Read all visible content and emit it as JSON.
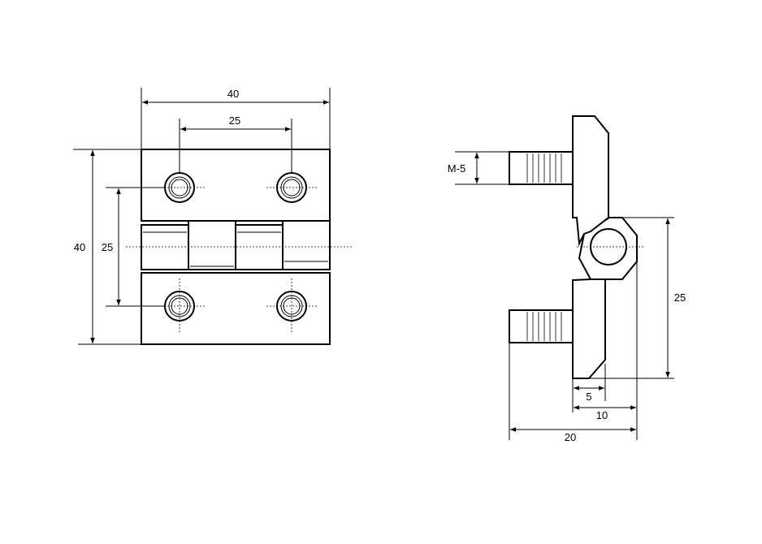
{
  "front_view": {
    "overall_width_label": "40",
    "hole_spacing_horizontal_label": "25",
    "overall_height_label": "40",
    "hole_spacing_vertical_label": "25"
  },
  "side_view": {
    "thread_label": "M-5",
    "height_label": "25",
    "offset_5_label": "5",
    "offset_10_label": "10",
    "overall_depth_label": "20"
  }
}
